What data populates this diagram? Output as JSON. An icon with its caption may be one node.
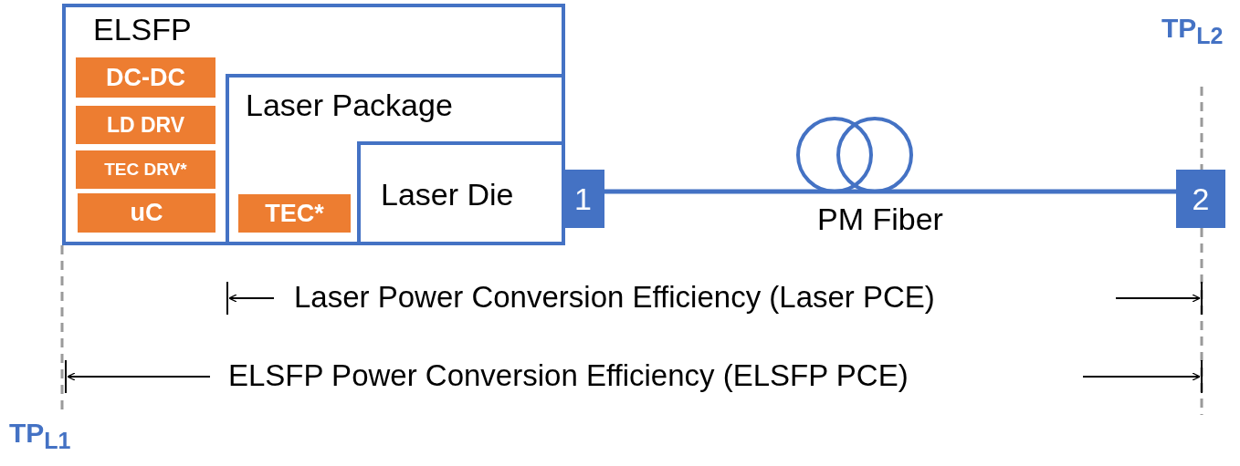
{
  "diagram": {
    "nodes": [
      {
        "text": [
          "ELSFP"
        ]
      },
      {
        "text": [
          "DC-DC"
        ],
        "in": 0
      },
      {
        "text": [
          "LD DRV"
        ],
        "in": 0
      },
      {
        "text": [
          "TEC DRV*"
        ],
        "in": 0
      },
      {
        "text": [
          "uC"
        ],
        "in": 0
      },
      {
        "text": [
          "Laser Package"
        ],
        "in": 0
      },
      {
        "text": [
          "TEC*"
        ],
        "in": 5
      },
      {
        "text": [
          "Laser Die"
        ],
        "in": 5
      },
      {
        "text": [
          "1"
        ]
      },
      {
        "text": [
          "2"
        ]
      }
    ],
    "edges": [
      {
        "from": 8,
        "to": 9,
        "arrow": "none",
        "label": "PM Fiber"
      }
    ],
    "labels": [
      "TP$_{L2}$",
      "Laser Power Conversion Efficiency (Laser PCE)",
      "ELSFP Power Conversion Efficiency (ELSFP PCE)",
      "TP$_{L1}$"
    ]
  }
}
